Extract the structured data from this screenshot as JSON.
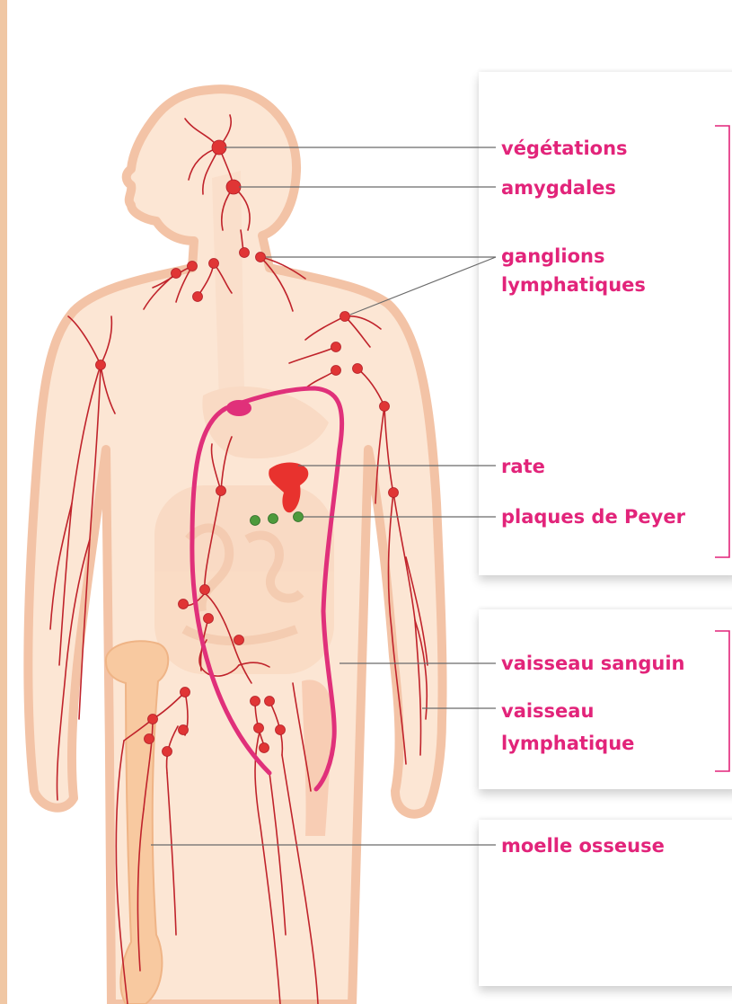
{
  "labels": {
    "vegetations": "végétations",
    "amygdales": "amygdales",
    "ganglions_1": "ganglions",
    "ganglions_2": "lymphatiques",
    "rate": "rate",
    "plaques": "plaques de Peyer",
    "vaisseau_sanguin": "vaisseau sanguin",
    "vaisseau_lymph_1": "vaisseau",
    "vaisseau_lymph_2": "lymphatique",
    "moelle": "moelle osseuse"
  },
  "colors": {
    "label_text": "#e2247a",
    "lymph_vessel": "#c0232b",
    "lymph_node": "#e03535",
    "blood_vessel": "#e0307a",
    "spleen": "#e8322e",
    "peyer_patches": "#4e9a3c",
    "body_fill": "#fce6d4",
    "body_outline": "#f3c3a6",
    "bone": "#f8c9a0",
    "leader_line": "#6a6a6a"
  }
}
